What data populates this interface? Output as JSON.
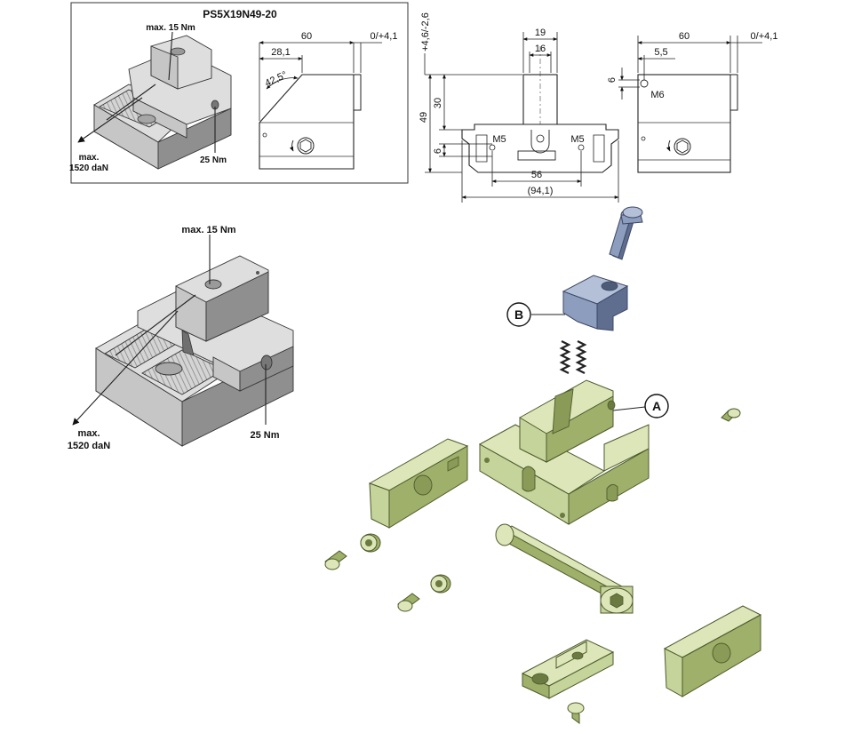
{
  "title": "PS5X19N49-20",
  "labels": {
    "torque_top": "max. 15 Nm",
    "torque_side": "25 Nm",
    "force_line1": "max.",
    "force_line2": "1520 daN",
    "part_a": "A",
    "part_b": "B"
  },
  "dimensions": {
    "side_width": "60",
    "side_offset": "0/+4,1",
    "side_inner": "28,1",
    "angle": "42,5°",
    "top_19": "19",
    "top_16": "16",
    "vertical_top": "+4,6/-2,6",
    "height_49": "49",
    "height_30": "30",
    "height_6": "6",
    "m5_left": "M5",
    "m5_right": "M5",
    "width_56": "56",
    "width_94": "(94,1)",
    "right_width": "60",
    "right_offset": "0/+4,1",
    "right_55": "5,5",
    "right_6": "6",
    "m6": "M6"
  },
  "colors": {
    "frame": "#333333",
    "assembly_grey": "#c6c6c6",
    "exploded_green": "#c5d49a",
    "jaw_blue": "#8d9dbd"
  }
}
